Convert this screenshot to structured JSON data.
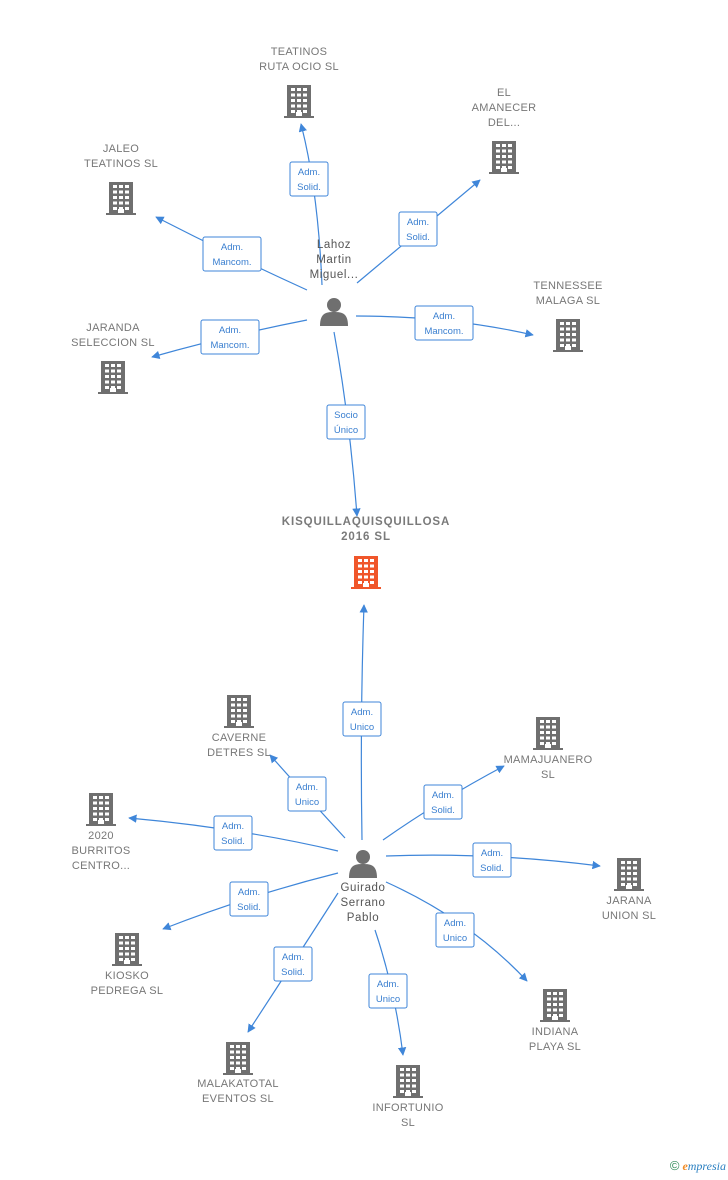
{
  "colors": {
    "edge": "#3f86d9",
    "building": "#6f6f6f",
    "focus_building": "#f0562a",
    "person": "#6f6f6f"
  },
  "nodes": [
    {
      "id": "focus",
      "kind": "company",
      "focus": true,
      "lines": [
        "KISQUILLAQUISQUILLOSA",
        "2016  SL"
      ]
    },
    {
      "id": "lahoz",
      "kind": "person",
      "lines": [
        "Lahoz",
        "Martin",
        "Miguel..."
      ]
    },
    {
      "id": "guirado",
      "kind": "person",
      "lines": [
        "Guirado",
        "Serrano",
        "Pablo"
      ]
    },
    {
      "id": "teatinos",
      "kind": "company",
      "lines": [
        "TEATINOS",
        "RUTA OCIO  SL"
      ]
    },
    {
      "id": "amanecer",
      "kind": "company",
      "lines": [
        "EL",
        "AMANECER",
        "DEL..."
      ]
    },
    {
      "id": "jaleo",
      "kind": "company",
      "lines": [
        "JALEO",
        "TEATINOS  SL"
      ]
    },
    {
      "id": "tennessee",
      "kind": "company",
      "lines": [
        "TENNESSEE",
        "MALAGA SL"
      ]
    },
    {
      "id": "jaranda",
      "kind": "company",
      "lines": [
        "JARANDA",
        "SELECCION SL"
      ]
    },
    {
      "id": "caverne",
      "kind": "company",
      "lines": [
        "CAVERNE",
        "DETRES  SL"
      ]
    },
    {
      "id": "mamajuanero",
      "kind": "company",
      "lines": [
        "MAMAJUANERO",
        "SL"
      ]
    },
    {
      "id": "burritos",
      "kind": "company",
      "lines": [
        "2020",
        "BURRITOS",
        "CENTRO..."
      ]
    },
    {
      "id": "jarana",
      "kind": "company",
      "lines": [
        "JARANA",
        "UNION  SL"
      ]
    },
    {
      "id": "kiosko",
      "kind": "company",
      "lines": [
        "KIOSKO",
        "PEDREGA  SL"
      ]
    },
    {
      "id": "indiana",
      "kind": "company",
      "lines": [
        "INDIANA",
        "PLAYA  SL"
      ]
    },
    {
      "id": "malakatotal",
      "kind": "company",
      "lines": [
        "MALAKATOTAL",
        "EVENTOS  SL"
      ]
    },
    {
      "id": "infortunio",
      "kind": "company",
      "lines": [
        "INFORTUNIO",
        "SL"
      ]
    }
  ],
  "edges": [
    {
      "from": "lahoz",
      "to": "teatinos",
      "label": [
        "Adm.",
        "Solid."
      ]
    },
    {
      "from": "lahoz",
      "to": "amanecer",
      "label": [
        "Adm.",
        "Solid."
      ]
    },
    {
      "from": "lahoz",
      "to": "jaleo",
      "label": [
        "Adm.",
        "Mancom."
      ]
    },
    {
      "from": "lahoz",
      "to": "tennessee",
      "label": [
        "Adm.",
        "Mancom."
      ]
    },
    {
      "from": "lahoz",
      "to": "jaranda",
      "label": [
        "Adm.",
        "Mancom."
      ]
    },
    {
      "from": "lahoz",
      "to": "focus",
      "label": [
        "Socio",
        "Único"
      ]
    },
    {
      "from": "guirado",
      "to": "focus",
      "label": [
        "Adm.",
        "Unico"
      ]
    },
    {
      "from": "guirado",
      "to": "caverne",
      "label": [
        "Adm.",
        "Unico"
      ]
    },
    {
      "from": "guirado",
      "to": "mamajuanero",
      "label": [
        "Adm.",
        "Solid."
      ]
    },
    {
      "from": "guirado",
      "to": "burritos",
      "label": [
        "Adm.",
        "Solid."
      ]
    },
    {
      "from": "guirado",
      "to": "jarana",
      "label": [
        "Adm.",
        "Solid."
      ]
    },
    {
      "from": "guirado",
      "to": "kiosko",
      "label": [
        "Adm.",
        "Solid."
      ]
    },
    {
      "from": "guirado",
      "to": "indiana",
      "label": [
        "Adm.",
        "Unico"
      ]
    },
    {
      "from": "guirado",
      "to": "malakatotal",
      "label": [
        "Adm.",
        "Solid."
      ]
    },
    {
      "from": "guirado",
      "to": "infortunio",
      "label": [
        "Adm.",
        "Unico"
      ]
    }
  ],
  "credit": {
    "copyright": "©",
    "brand_initial": "e",
    "brand_rest": "mpresia"
  }
}
